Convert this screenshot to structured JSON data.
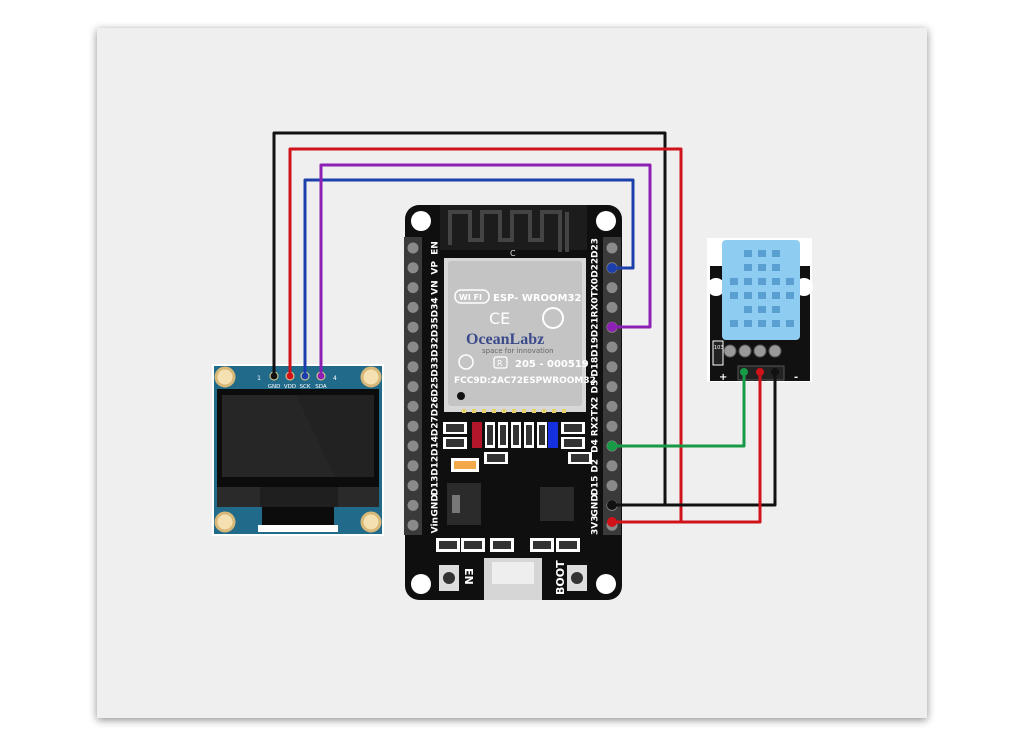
{
  "esp32": {
    "left_pins": [
      "EN",
      "VP",
      "VN",
      "D34",
      "D35",
      "D32",
      "D33",
      "D25",
      "D26",
      "D27",
      "D14",
      "D12",
      "D13",
      "GND",
      "Vin"
    ],
    "right_pins": [
      "D23",
      "D22",
      "TX0",
      "RX0",
      "D21",
      "D19",
      "D18",
      "D5",
      "TX2",
      "RX2",
      "D4",
      "D2",
      "D15",
      "GND",
      "3V3"
    ],
    "antenna_mark": "C",
    "wifi_label": "WI FI",
    "module_name": "ESP- WROOM32",
    "brand": "OceanLabz",
    "brand_tagline": "space for innovation",
    "registered": "R",
    "cert_number": "205 - 000519",
    "fcc_id": "FCC9D:2AC72ESPWROOM32",
    "ce_mark": "CE",
    "en_button": "EN",
    "boot_button": "BOOT"
  },
  "oled": {
    "pins": [
      "GND",
      "VDD",
      "SCK",
      "SDA"
    ],
    "pin_first": "1",
    "pin_last": "4"
  },
  "dht11": {
    "plus": "+",
    "minus": "-",
    "resistor": "103"
  },
  "wires": [
    {
      "name": "oled-gnd-to-esp-gnd",
      "color": "#111111"
    },
    {
      "name": "oled-vdd-to-esp-3v3",
      "color": "#d0131b"
    },
    {
      "name": "oled-sck-to-esp-d22",
      "color": "#1d3fae"
    },
    {
      "name": "oled-sda-to-esp-d21",
      "color": "#8e1fb5"
    },
    {
      "name": "dht-data-to-esp-d4",
      "color": "#179a45"
    },
    {
      "name": "dht-gnd-to-esp-gnd",
      "color": "#111111"
    },
    {
      "name": "dht-vcc-to-esp-3v3",
      "color": "#d0131b"
    }
  ]
}
